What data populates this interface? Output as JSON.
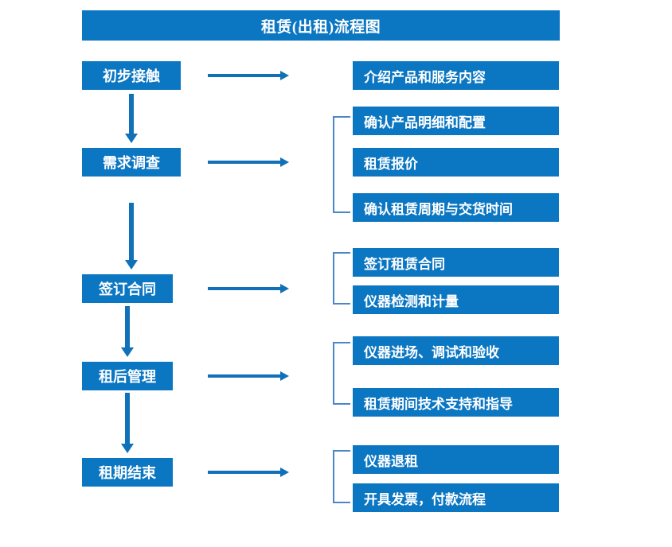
{
  "diagram": {
    "title": "租赁(出租)流程图",
    "accent_color": "#0B76C2",
    "arrow_color": "#1171B8",
    "bracket_color": "#4A86C8",
    "text_color": "#FFFFFF",
    "background_color": "#FFFFFF",
    "stages": [
      {
        "label": "初步接触"
      },
      {
        "label": "需求调查"
      },
      {
        "label": "签订合同"
      },
      {
        "label": "租后管理"
      },
      {
        "label": "租期结束"
      }
    ],
    "groups": [
      {
        "stage": "初步接触",
        "bracketed": false,
        "details": [
          {
            "label": "介绍产品和服务内容"
          }
        ]
      },
      {
        "stage": "需求调查",
        "bracketed": true,
        "details": [
          {
            "label": "确认产品明细和配置"
          },
          {
            "label": "租赁报价"
          },
          {
            "label": "确认租赁周期与交货时间"
          }
        ]
      },
      {
        "stage": "签订合同",
        "bracketed": true,
        "details": [
          {
            "label": "签订租赁合同"
          },
          {
            "label": "仪器检测和计量"
          }
        ]
      },
      {
        "stage": "租后管理",
        "bracketed": true,
        "details": [
          {
            "label": "仪器进场、调试和验收"
          },
          {
            "label": "租赁期间技术支持和指导"
          }
        ]
      },
      {
        "stage": "租期结束",
        "bracketed": true,
        "details": [
          {
            "label": "仪器退租"
          },
          {
            "label": "开具发票，付款流程"
          }
        ]
      }
    ]
  }
}
